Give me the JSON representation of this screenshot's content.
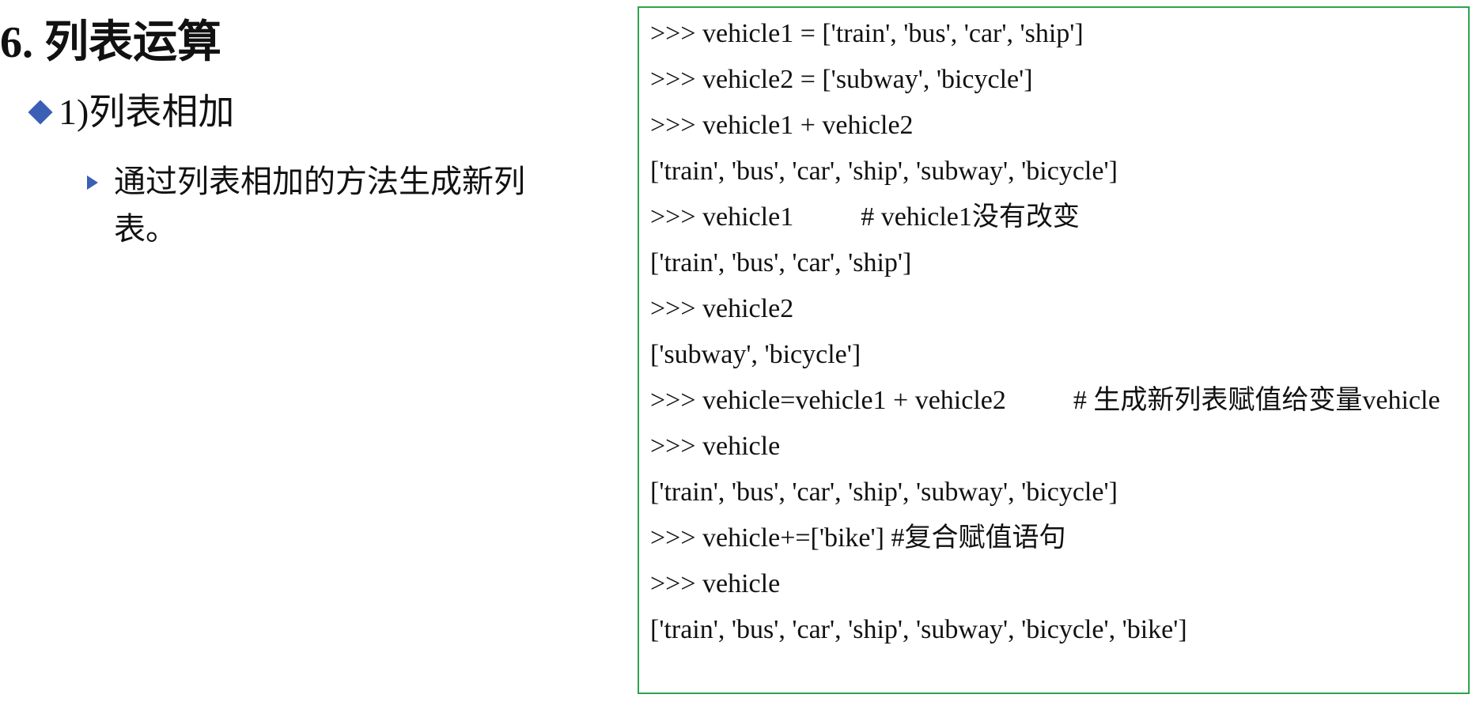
{
  "slide": {
    "title": "6. 列表运算",
    "level1": "1)列表相加",
    "level2": "通过列表相加的方法生成新列表。"
  },
  "colors": {
    "bullet": "#3b5fb5",
    "box_border": "#2ca44e"
  },
  "code_lines": [
    ">>> vehicle1 = ['train', 'bus', 'car', 'ship']",
    ">>> vehicle2 = ['subway', 'bicycle']",
    ">>> vehicle1 + vehicle2",
    "['train', 'bus', 'car', 'ship', 'subway', 'bicycle']",
    ">>> vehicle1          # vehicle1没有改变",
    "['train', 'bus', 'car', 'ship']",
    ">>> vehicle2",
    "['subway', 'bicycle']",
    ">>> vehicle=vehicle1 + vehicle2          # 生成新列表赋值给变量vehicle",
    ">>> vehicle",
    "['train', 'bus', 'car', 'ship', 'subway', 'bicycle']",
    ">>> vehicle+=['bike'] #复合赋值语句",
    ">>> vehicle",
    "['train', 'bus', 'car', 'ship', 'subway', 'bicycle', 'bike']"
  ]
}
